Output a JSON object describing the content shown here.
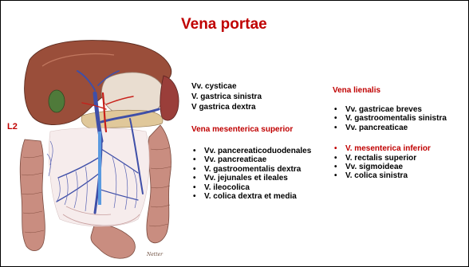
{
  "slide": {
    "title": "Vena portae",
    "level_label": "L2",
    "illustration": {
      "description_icon": "abdominal-veins-anatomy-illustration",
      "signature": "Netter"
    },
    "tributaries_top": [
      "Vv. cysticae",
      "V. gastrica sinistra",
      "V gastrica dextra"
    ],
    "mesenterica_superior": {
      "heading": "Vena mesenterica superior",
      "items": [
        "Vv. pancereaticoduodenales",
        "Vv. pancreaticae",
        "V. gastroomentalis dextra",
        "Vv. jejunales et ileales",
        "V. ileocolica",
        "V. colica dextra et media"
      ]
    },
    "lienalis": {
      "heading": "Vena lienalis",
      "items": [
        "Vv. gastricae breves",
        "V. gastroomentalis sinistra",
        "Vv. pancreaticae"
      ]
    },
    "mesenterica_inferior": {
      "heading": "V. mesenterica inferior",
      "items": [
        "V. rectalis superior",
        "Vv. sigmoideae",
        "V. colica sinistra"
      ]
    },
    "colors": {
      "accent": "#c00000",
      "text": "#000000",
      "background": "#ffffff"
    }
  }
}
